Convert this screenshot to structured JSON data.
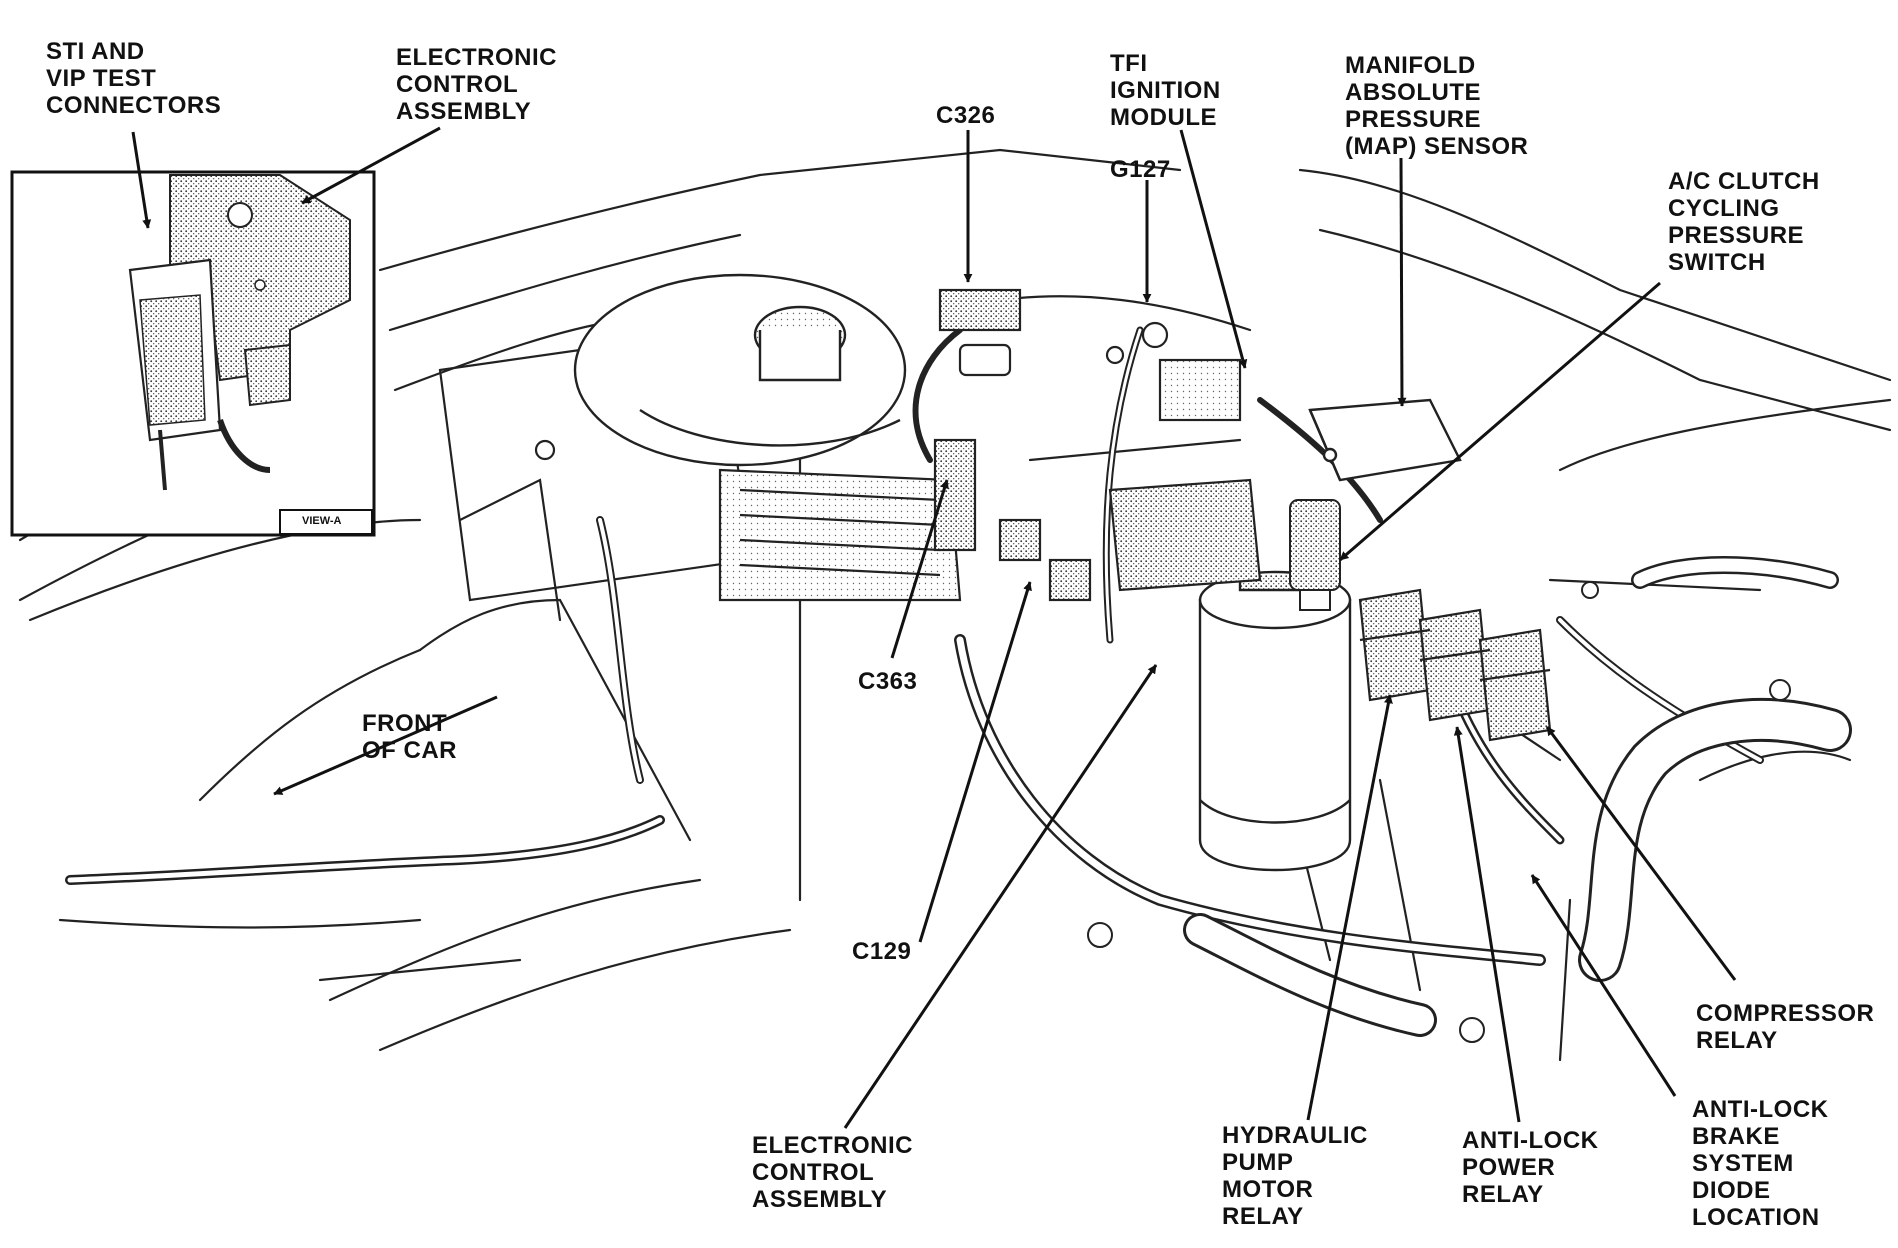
{
  "labels": {
    "sti_vip": [
      "STI AND",
      "VIP TEST",
      "CONNECTORS"
    ],
    "eca_top": [
      "ELECTRONIC",
      "CONTROL",
      "ASSEMBLY"
    ],
    "c326": "C326",
    "tfi": [
      "TFI",
      "IGNITION",
      "MODULE"
    ],
    "g127": "G127",
    "map": [
      "MANIFOLD",
      "ABSOLUTE",
      "PRESSURE",
      "(MAP) SENSOR"
    ],
    "ac_switch": [
      "A/C CLUTCH",
      "CYCLING",
      "PRESSURE",
      "SWITCH"
    ],
    "c363": "C363",
    "front": [
      "FRONT",
      "OF CAR"
    ],
    "c129": "C129",
    "eca_bottom": [
      "ELECTRONIC",
      "CONTROL",
      "ASSEMBLY"
    ],
    "hydraulic": [
      "HYDRAULIC",
      "PUMP",
      "MOTOR",
      "RELAY"
    ],
    "abs_power": [
      "ANTI-LOCK",
      "POWER",
      "RELAY"
    ],
    "abs_diode": [
      "ANTI-LOCK",
      "BRAKE",
      "SYSTEM",
      "DIODE",
      "LOCATION"
    ],
    "compressor": [
      "COMPRESSOR",
      "RELAY"
    ],
    "view_tag": "VIEW-A"
  }
}
